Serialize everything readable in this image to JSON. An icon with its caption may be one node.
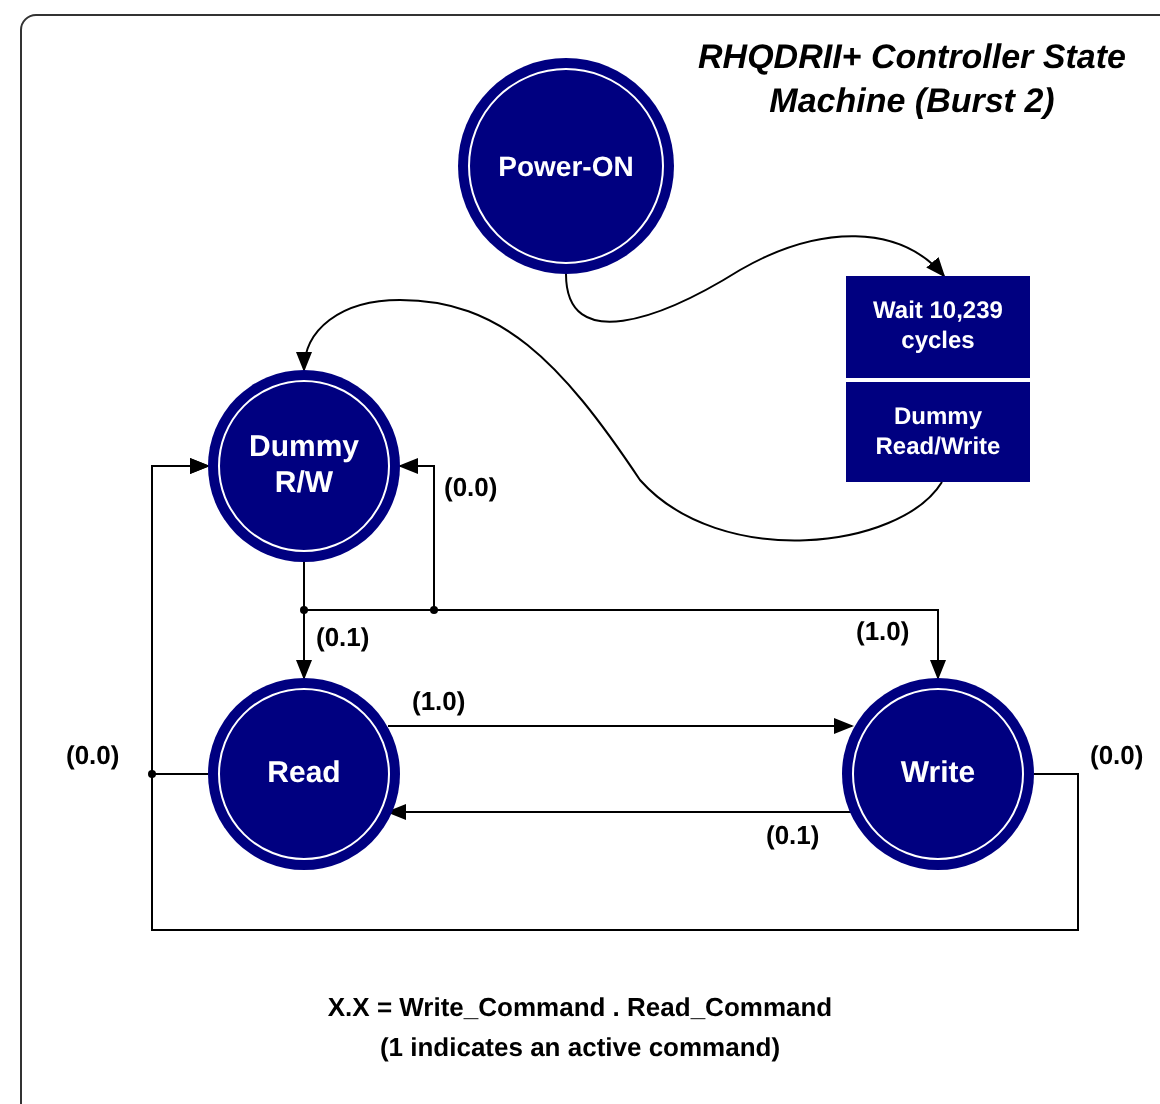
{
  "diagram": {
    "title": "RHQDRII+ Controller State Machine (Burst 2)",
    "nodes": [
      {
        "text": [
          "Power-ON"
        ]
      },
      {
        "text": [
          "Wait 10,239 cycles",
          "Dummy Read/Write"
        ]
      },
      {
        "text": [
          "Dummy R/W"
        ]
      },
      {
        "text": [
          "Read"
        ]
      },
      {
        "text": [
          "Write"
        ]
      }
    ],
    "edges": [
      {
        "from": 0,
        "to": 1,
        "arrow": "to"
      },
      {
        "from": 1,
        "to": 2,
        "arrow": "to"
      },
      {
        "from": 2,
        "to": 2,
        "arrow": "to",
        "label": "(0.0)"
      },
      {
        "from": 2,
        "to": 3,
        "arrow": "to",
        "label": "(0.1)"
      },
      {
        "from": 2,
        "to": 4,
        "arrow": "to",
        "label": "(1.0)"
      },
      {
        "from": 3,
        "to": 4,
        "arrow": "to",
        "label": "(1.0)"
      },
      {
        "from": 4,
        "to": 3,
        "arrow": "to",
        "label": "(0.1)"
      },
      {
        "from": 3,
        "to": 2,
        "arrow": "to",
        "label": "(0.0)"
      },
      {
        "from": 4,
        "to": 2,
        "arrow": "to",
        "label": "(0.0)"
      }
    ],
    "labels": [
      "X.X = Write_Command . Read_Command",
      "(1 indicates an active command)"
    ]
  }
}
